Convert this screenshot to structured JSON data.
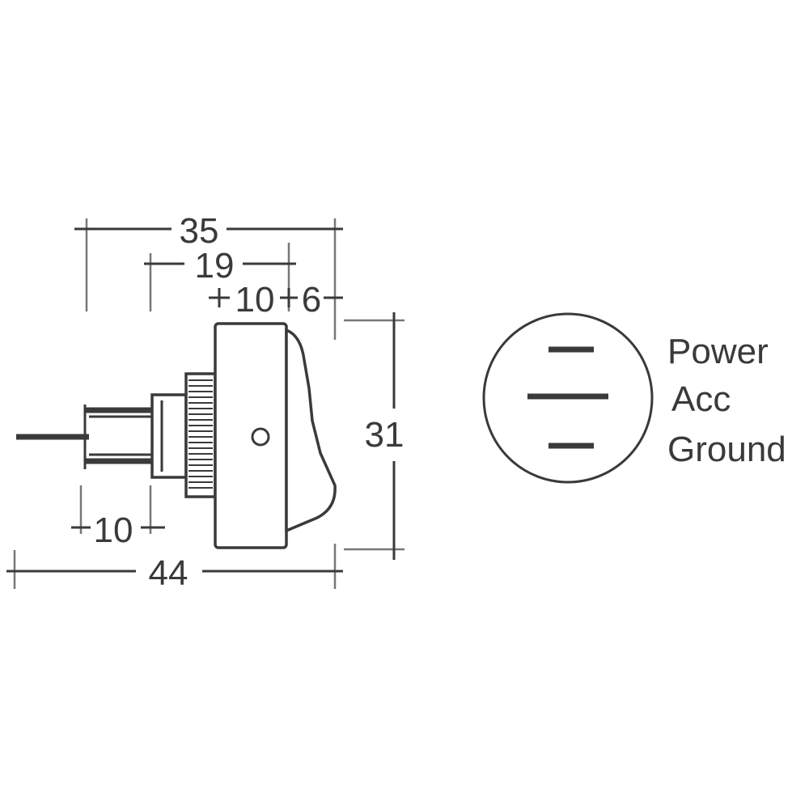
{
  "dimensions": {
    "overall_width": "35",
    "housing_width": "19",
    "rocker_width": "10",
    "rocker_offset": "6",
    "height": "31",
    "terminal_length": "10",
    "overall_length": "44"
  },
  "terminal_labels": [
    "Power",
    "Acc",
    "Ground"
  ],
  "colors": {
    "line": "#3a3a3a",
    "extension": "#777777",
    "background": "#ffffff"
  }
}
